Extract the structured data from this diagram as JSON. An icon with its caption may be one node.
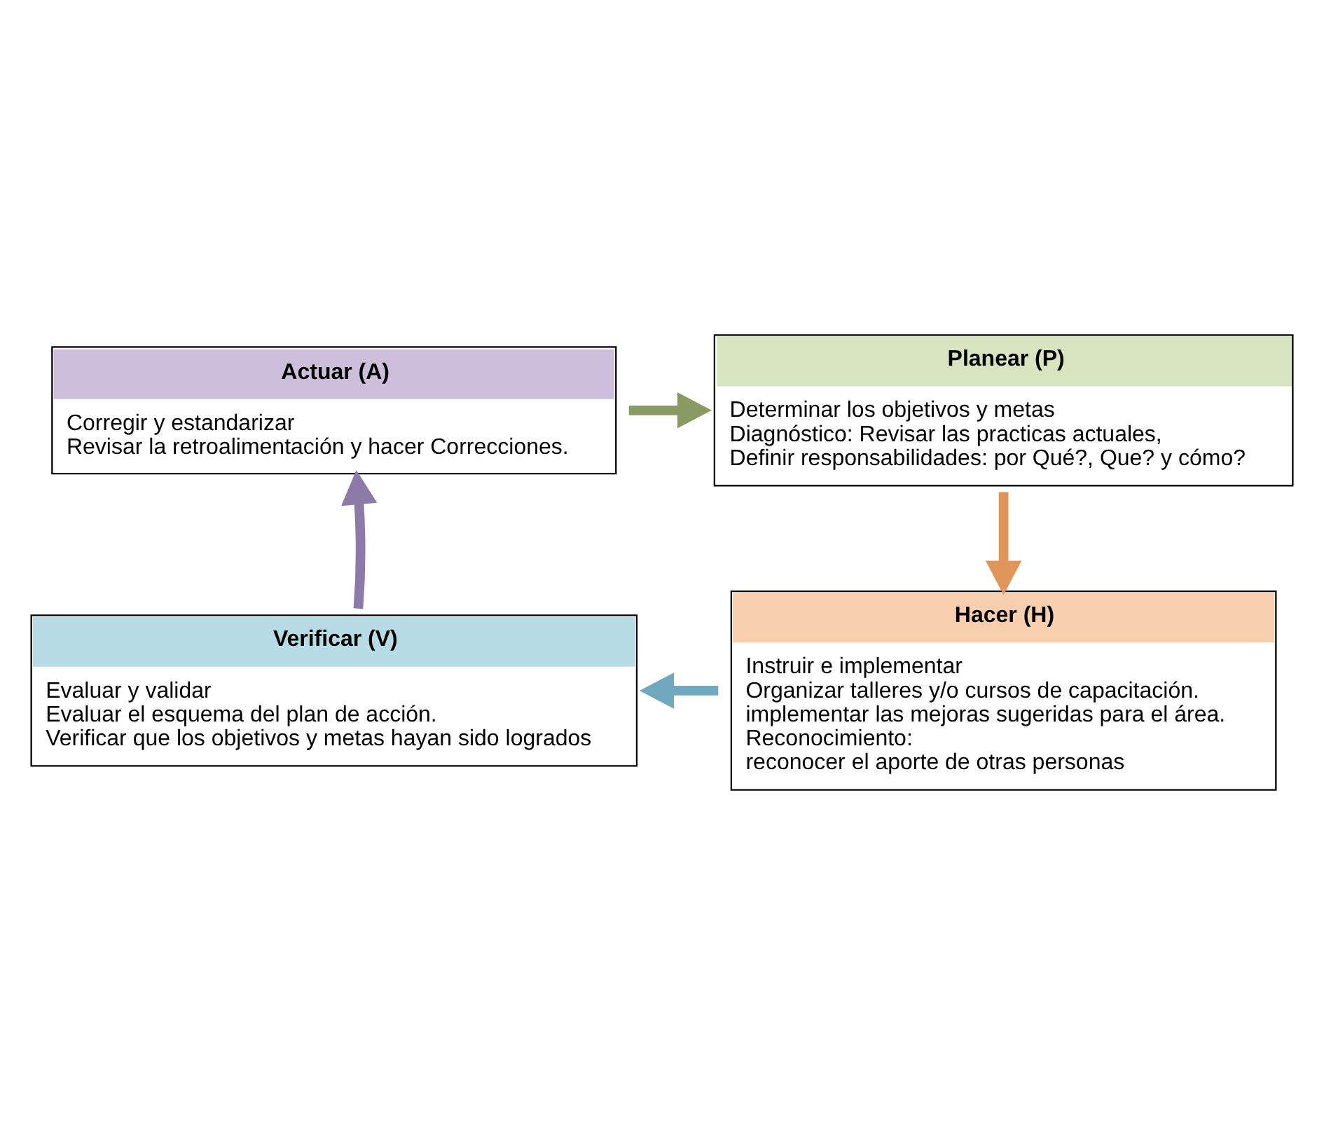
{
  "diagram": {
    "nodes": [
      {
        "text": [
          "Actuar (A)",
          "Corregir y estandarizar",
          "Revisar la retroalimentación y hacer Correcciones."
        ]
      },
      {
        "text": [
          "Planear (P)",
          "Determinar los objetivos y metas",
          "Diagnóstico: Revisar las practicas actuales,",
          "Definir responsabilidades: por Qué?, Que? y cómo?"
        ]
      },
      {
        "text": [
          "Verificar (V)",
          "Evaluar y validar",
          "Evaluar el esquema del plan de acción.",
          "Verificar que los objetivos y metas hayan sido logrados"
        ]
      },
      {
        "text": [
          "Hacer (H)",
          "Instruir e implementar",
          "Organizar talleres y/o cursos de capacitación.",
          "implementar las mejoras sugeridas para el área.",
          "Reconocimiento:",
          "reconocer el aporte de otras personas"
        ]
      }
    ],
    "edges": [
      {
        "from": 0,
        "to": 1,
        "arrow": "to",
        "color": "#8a9a63"
      },
      {
        "from": 1,
        "to": 3,
        "arrow": "to",
        "color": "#e0955a"
      },
      {
        "from": 3,
        "to": 2,
        "arrow": "to",
        "color": "#6fa8bf"
      },
      {
        "from": 2,
        "to": 0,
        "arrow": "to",
        "color": "#8e7aa8"
      }
    ]
  }
}
